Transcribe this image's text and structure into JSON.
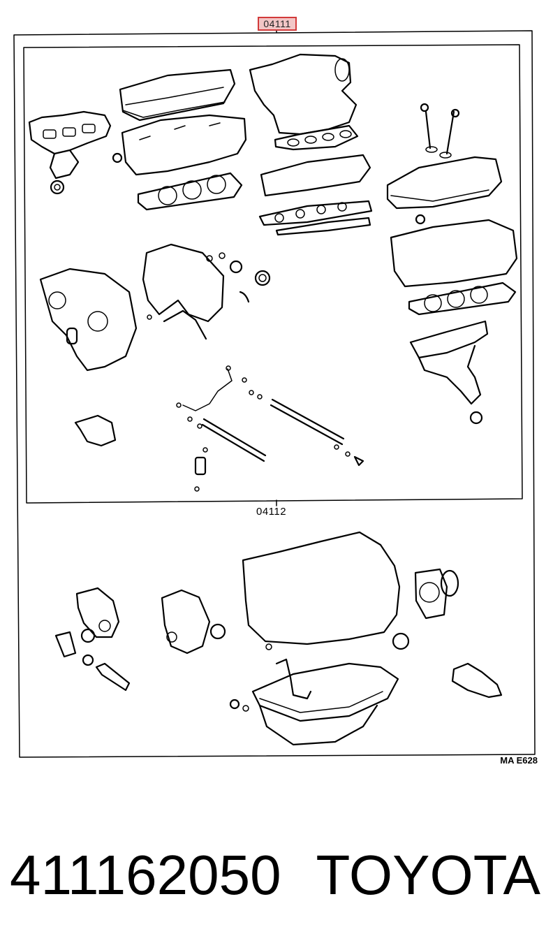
{
  "diagram": {
    "callouts": {
      "outer_kit": "04111",
      "inner_kit": "04112"
    },
    "reference_code": "MA E628"
  },
  "caption": {
    "part_number": "411162050",
    "brand": "TOYOTA"
  },
  "colors": {
    "highlight_border": "#d23a3a",
    "highlight_fill": "#f2c6c6",
    "line": "#000000"
  }
}
